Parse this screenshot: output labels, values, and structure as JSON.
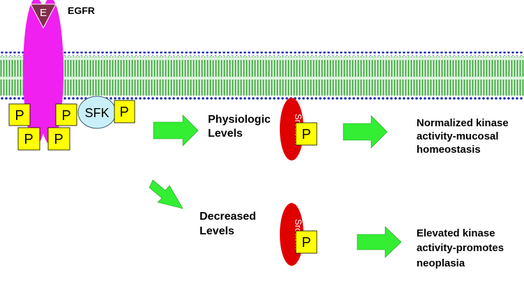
{
  "receptor": {
    "name": "EGFR",
    "ligand_letter": "E"
  },
  "kinase": {
    "name": "SFK"
  },
  "phospho": {
    "label": "P"
  },
  "pathways": [
    {
      "level_line1": "Physiologic",
      "level_line2": "Levels",
      "protein": "Srcasm",
      "outcome_line1": "Normalized kinase",
      "outcome_line2": "activity-mucosal",
      "outcome_line3": "homeostasis"
    },
    {
      "level_line1": "Decreased",
      "level_line2": "Levels",
      "protein": "Srcasm",
      "outcome_line1": "Elevated kinase",
      "outcome_line2": "activity-promotes",
      "outcome_line3": "neoplasia"
    }
  ],
  "colors": {
    "receptor": "#f020f0",
    "ligand": "#80304a",
    "membrane": "#2e9e2e",
    "membrane_heads": "#1a2fb5",
    "phospho_box": "#ffff00",
    "sfk": "#c9f0f8",
    "srcasm": "#e00000",
    "arrow": "#33ee33"
  }
}
